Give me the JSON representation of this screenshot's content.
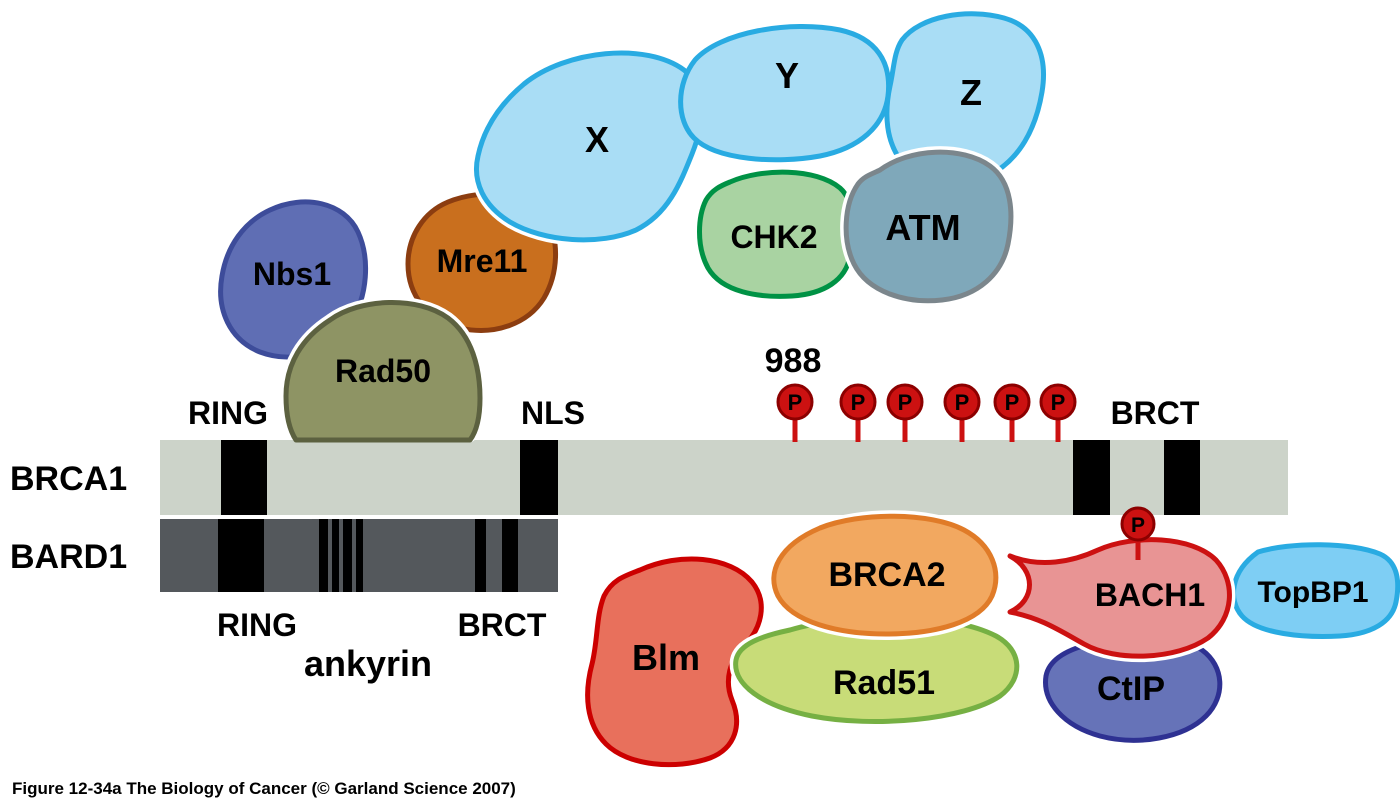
{
  "figure": {
    "caption": "Figure 12-34a  The Biology of Cancer (© Garland Science 2007)"
  },
  "proteins": {
    "x": "X",
    "y": "Y",
    "z": "Z",
    "chk2": "CHK2",
    "atm": "ATM",
    "nbs1": "Nbs1",
    "mre11": "Mre11",
    "rad50": "Rad50",
    "blm": "Blm",
    "brca2": "BRCA2",
    "rad51": "Rad51",
    "bach1": "BACH1",
    "topbp1": "TopBP1",
    "ctip": "CtIP"
  },
  "bars": {
    "brca1_label": "BRCA1",
    "bard1_label": "BARD1"
  },
  "domain_labels": {
    "brca1_ring": "RING",
    "brca1_nls": "NLS",
    "brca1_brct": "BRCT",
    "bard1_ring": "RING",
    "bard1_brct": "BRCT",
    "bard1_ankyrin": "ankyrin"
  },
  "phospho": {
    "site_number": "988",
    "p": "P",
    "brca1_site_count": 6,
    "bach1_site_count": 1
  },
  "colors": {
    "xyz_fill": "#a9ddf5",
    "xyz_stroke": "#29abe2",
    "chk2_fill": "#a9d3a2",
    "chk2_stroke": "#009245",
    "atm_fill": "#7fa8ba",
    "atm_stroke": "#7b868c",
    "nbs1_fill": "#5f6eb4",
    "nbs1_stroke": "#3d4c9a",
    "mre11_fill": "#c96f1e",
    "mre11_stroke": "#8c3d10",
    "rad50_fill": "#8e9464",
    "rad50_stroke": "#5c6140",
    "brca1_bar": "#ccd3c9",
    "bard1_bar": "#54585c",
    "domain_block": "#000000",
    "phospho_fill": "#cc1111",
    "phospho_stroke": "#8c0000",
    "blm_fill": "#e8705c",
    "blm_stroke": "#cc0000",
    "brca2_fill": "#f2a860",
    "brca2_stroke": "#e07b28",
    "rad51_fill": "#c8dc78",
    "rad51_stroke": "#76b043",
    "bach1_fill": "#e89494",
    "bach1_stroke": "#cc1111",
    "topbp1_fill": "#7ecef4",
    "topbp1_stroke": "#29abe2",
    "ctip_fill": "#6673b8",
    "ctip_stroke": "#2e3192",
    "label_white": "#ffffff",
    "label_black": "#000000"
  }
}
